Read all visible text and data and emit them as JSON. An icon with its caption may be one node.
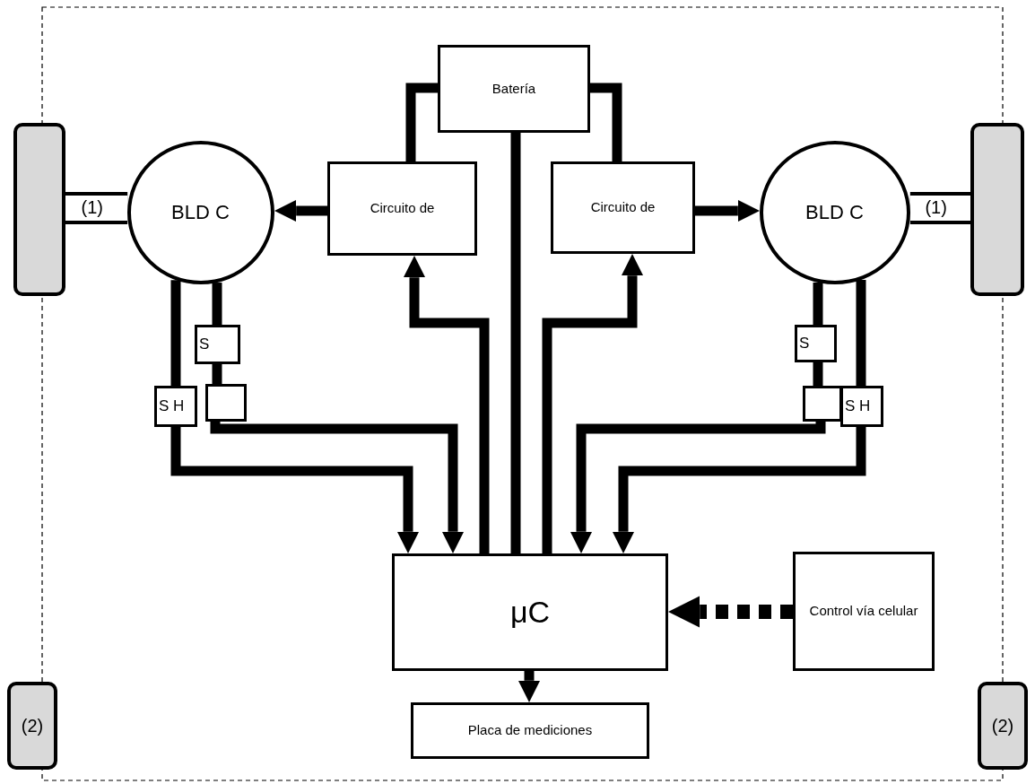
{
  "diagram": {
    "nodes": [
      {
        "text": [
          "Batería"
        ]
      },
      {
        "text": [
          "Circuito de"
        ]
      },
      {
        "text": [
          "Circuito de"
        ]
      },
      {
        "text": [
          "BLD C"
        ]
      },
      {
        "text": [
          "BLD C"
        ]
      },
      {
        "text": [],
        "shape": "box"
      },
      {
        "text": [],
        "shape": "box"
      },
      {
        "text": [
          "S"
        ]
      },
      {
        "text": [],
        "shape": "box"
      },
      {
        "text": [
          "S H"
        ]
      },
      {
        "text": [
          "S"
        ]
      },
      {
        "text": [],
        "shape": "box"
      },
      {
        "text": [
          "S H"
        ]
      },
      {
        "text": [
          "μC"
        ]
      },
      {
        "text": [
          "Control vía celular"
        ]
      },
      {
        "text": [
          "Placa de mediciones"
        ]
      },
      {
        "text": [
          "(2)"
        ]
      },
      {
        "text": [
          "(2)"
        ]
      }
    ],
    "edges": [
      {
        "from": 0,
        "to": 1,
        "arrow": "none"
      },
      {
        "from": 0,
        "to": 2,
        "arrow": "none"
      },
      {
        "from": 0,
        "to": 13,
        "arrow": "none"
      },
      {
        "from": 1,
        "to": 3,
        "arrow": "to"
      },
      {
        "from": 2,
        "to": 4,
        "arrow": "to"
      },
      {
        "from": 13,
        "to": 1,
        "arrow": "to"
      },
      {
        "from": 13,
        "to": 2,
        "arrow": "to"
      },
      {
        "from": 3,
        "to": 5,
        "arrow": "none",
        "label": "(1)",
        "style": "thick"
      },
      {
        "from": 4,
        "to": 6,
        "arrow": "none",
        "label": "(1)",
        "style": "thick"
      },
      {
        "from": 3,
        "to": 9,
        "arrow": "none"
      },
      {
        "from": 9,
        "to": 13,
        "arrow": "to"
      },
      {
        "from": 3,
        "to": 7,
        "arrow": "none"
      },
      {
        "from": 7,
        "to": 8,
        "arrow": "none"
      },
      {
        "from": 8,
        "to": 13,
        "arrow": "to"
      },
      {
        "from": 4,
        "to": 12,
        "arrow": "none"
      },
      {
        "from": 12,
        "to": 13,
        "arrow": "to"
      },
      {
        "from": 4,
        "to": 10,
        "arrow": "none"
      },
      {
        "from": 10,
        "to": 11,
        "arrow": "none"
      },
      {
        "from": 11,
        "to": 13,
        "arrow": "to"
      },
      {
        "from": 14,
        "to": 13,
        "arrow": "to",
        "style": "dashed"
      },
      {
        "from": 13,
        "to": 15,
        "arrow": "to"
      }
    ]
  }
}
